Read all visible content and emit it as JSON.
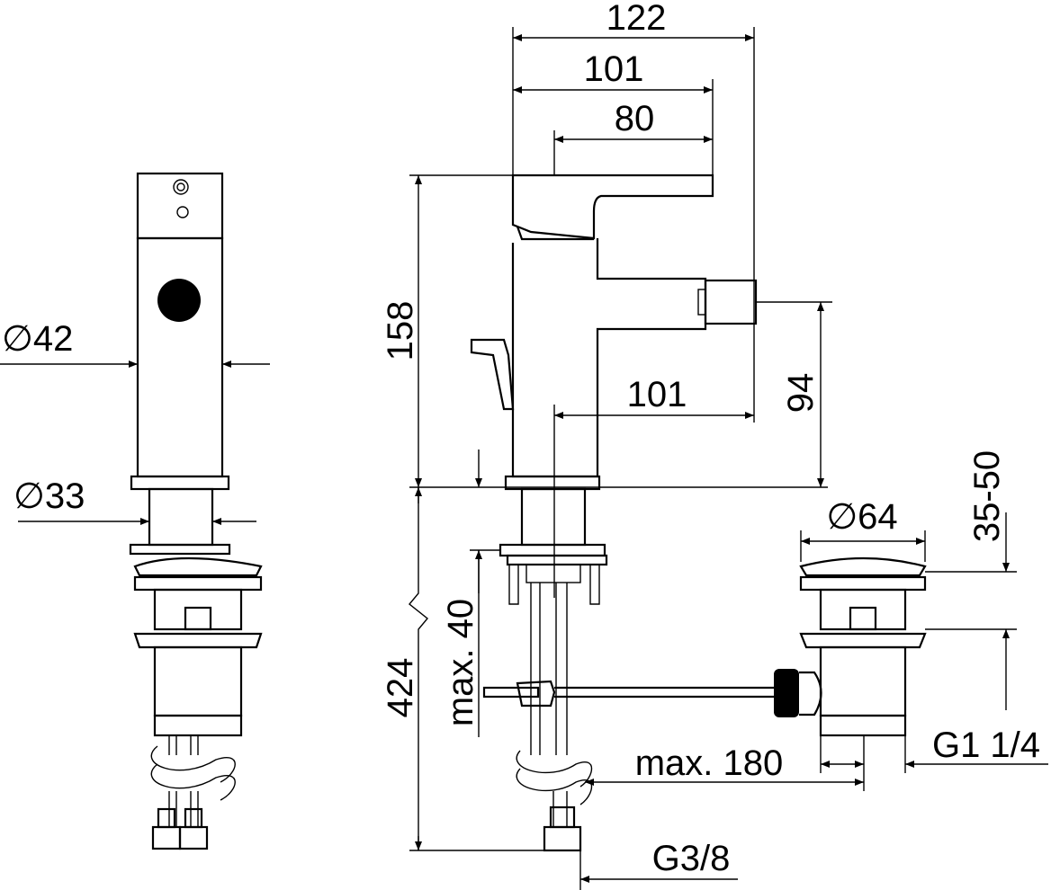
{
  "dimensions": {
    "width_total": "122",
    "width_handle": "101",
    "width_handle_inner": "80",
    "height_total": "158",
    "spout_reach": "101",
    "spout_height": "94",
    "body_diameter": "∅42",
    "base_diameter": "∅33",
    "waste_diameter": "∅64",
    "waste_height_range": "35-50",
    "max_deck_thickness": "max. 40",
    "hose_length": "424",
    "max_waste_distance": "max. 180",
    "waste_thread": "G1 1/4",
    "supply_thread": "G3/8"
  }
}
